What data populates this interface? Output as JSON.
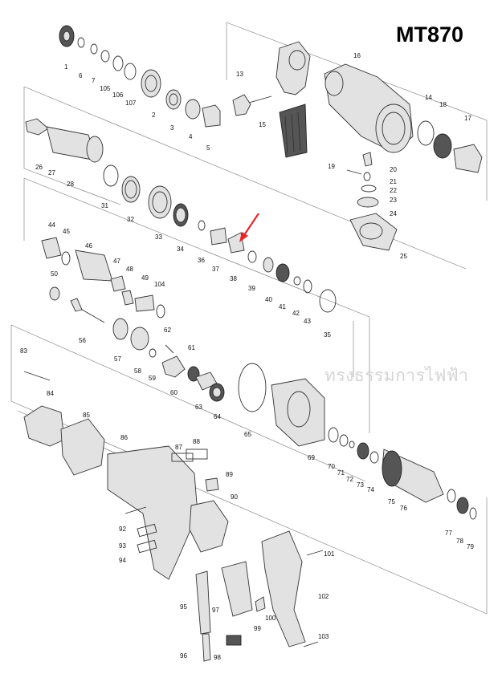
{
  "title": "MT870",
  "watermark": "ทรงธรรมการไฟฟ้า",
  "arrow_color": "#e8262a",
  "part_labels": {
    "1": "1",
    "6": "6",
    "7": "7",
    "105": "105",
    "106": "106",
    "107": "107",
    "2": "2",
    "3": "3",
    "4": "4",
    "5": "5",
    "13": "13",
    "15": "15",
    "16": "16",
    "14": "14",
    "18": "18",
    "17": "17",
    "19": "19",
    "20": "20",
    "21": "21",
    "22": "22",
    "23": "23",
    "24": "24",
    "25": "25",
    "26": "26",
    "27": "27",
    "28": "28",
    "31": "31",
    "32": "32",
    "33": "33",
    "34": "34",
    "36": "36",
    "37": "37",
    "38": "38",
    "39": "39",
    "40": "40",
    "41": "41",
    "42": "42",
    "43": "43",
    "35": "35",
    "44": "44",
    "45": "45",
    "46": "46",
    "47": "47",
    "48": "48",
    "49": "49",
    "104": "104",
    "50": "50",
    "56": "56",
    "57": "57",
    "58": "58",
    "59": "59",
    "62": "62",
    "61": "61",
    "60": "60",
    "63": "63",
    "64": "64",
    "65": "65",
    "83": "83",
    "84": "84",
    "85": "85",
    "86": "86",
    "87": "87",
    "88": "88",
    "89": "89",
    "90": "90",
    "69": "69",
    "70": "70",
    "71": "71",
    "72": "72",
    "73": "73",
    "74": "74",
    "75": "75",
    "76": "76",
    "77": "77",
    "78": "78",
    "79": "79",
    "92": "92",
    "93": "93",
    "94": "94",
    "95": "95",
    "96": "96",
    "97": "97",
    "98": "98",
    "99": "99",
    "100": "100",
    "101": "101",
    "102": "102",
    "103": "103"
  }
}
